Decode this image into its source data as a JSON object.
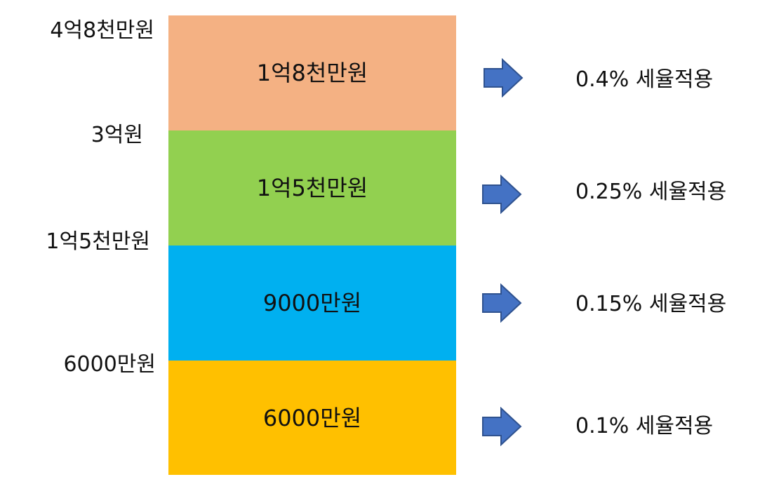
{
  "thresholds": [
    {
      "label": "4억8천만원"
    },
    {
      "label": "3억원"
    },
    {
      "label": "1억5천만원"
    },
    {
      "label": "6000만원"
    }
  ],
  "blocks": [
    {
      "label": "1억8천만원",
      "color": "#F4B183"
    },
    {
      "label": "1억5천만원",
      "color": "#92D050"
    },
    {
      "label": "9000만원",
      "color": "#00B0F0"
    },
    {
      "label": "6000만원",
      "color": "#FFC000"
    }
  ],
  "rates": [
    {
      "label": "0.4% 세율적용"
    },
    {
      "label": "0.25% 세율적용"
    },
    {
      "label": "0.15% 세율적용"
    },
    {
      "label": "0.1% 세율적용"
    }
  ],
  "arrow_color": "#4472C4",
  "arrow_border": "#2F528F",
  "arrow_icon": "right-arrow-icon"
}
